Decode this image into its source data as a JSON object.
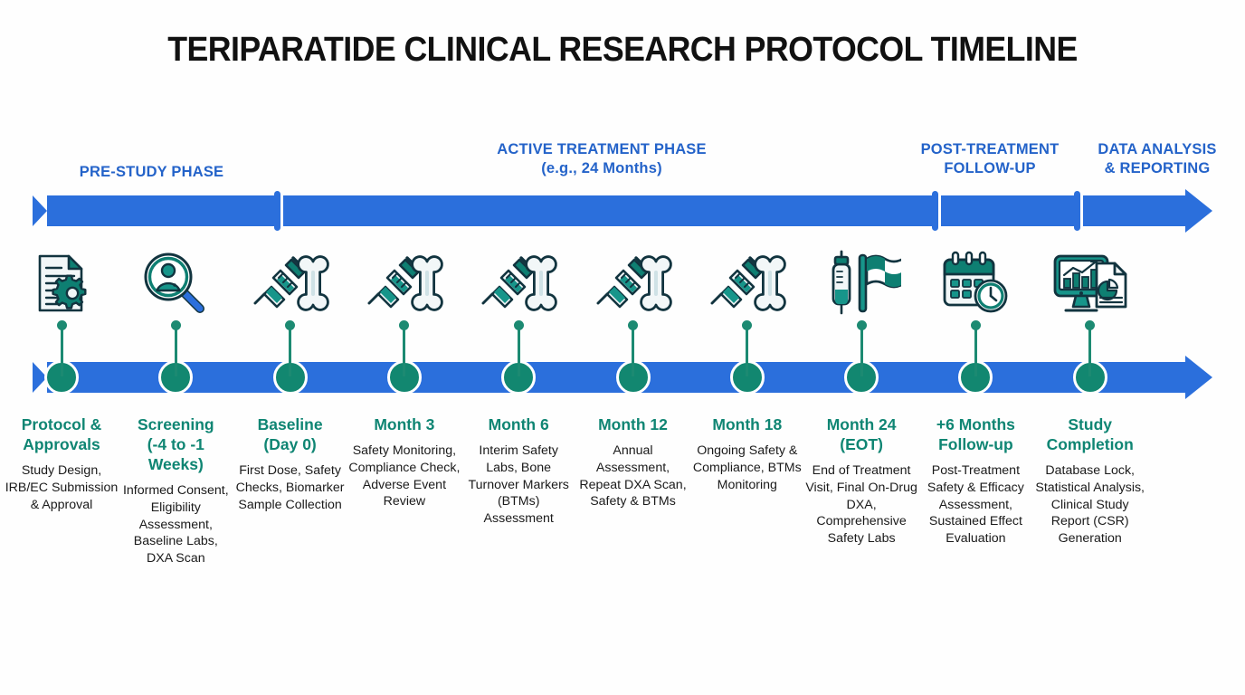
{
  "title": "TERIPARATIDE CLINICAL RESEARCH PROTOCOL TIMELINE",
  "colors": {
    "bar_blue": "#2b6fdc",
    "phase_label_blue": "#2463c9",
    "milestone_teal": "#0f8573",
    "node_teal": "#128770",
    "icon_dark": "#12343f",
    "background": "#fefefe",
    "title_black": "#111111"
  },
  "phases": [
    {
      "name": "pre-study",
      "line1": "PRE-STUDY PHASE",
      "line2": ""
    },
    {
      "name": "active-treatment",
      "line1": "ACTIVE TREATMENT PHASE",
      "line2": "(e.g., 24 Months)"
    },
    {
      "name": "post-treatment",
      "line1": "POST-TREATMENT",
      "line2": "FOLLOW-UP"
    },
    {
      "name": "data-analysis",
      "line1": "DATA ANALYSIS",
      "line2": "& REPORTING"
    }
  ],
  "milestones": [
    {
      "icon": "document-gear-icon",
      "title_line1": "Protocol &",
      "title_line2": "Approvals",
      "description": "Study Design, IRB/EC Submission & Approval"
    },
    {
      "icon": "person-magnifier-icon",
      "title_line1": "Screening",
      "title_line2": "(-4 to -1 Weeks)",
      "description": "Informed Consent, Eligibility Assessment, Baseline Labs, DXA Scan"
    },
    {
      "icon": "syringe-bone-icon",
      "title_line1": "Baseline",
      "title_line2": "(Day 0)",
      "description": "First Dose, Safety Checks, Biomarker Sample Collection"
    },
    {
      "icon": "syringe-bone-icon",
      "title_line1": "Month 3",
      "title_line2": "",
      "description": "Safety Monitoring, Compliance Check, Adverse Event Review"
    },
    {
      "icon": "syringe-bone-icon",
      "title_line1": "Month 6",
      "title_line2": "",
      "description": "Interim Safety Labs, Bone Turnover Markers (BTMs) Assessment"
    },
    {
      "icon": "syringe-bone-icon",
      "title_line1": "Month 12",
      "title_line2": "",
      "description": "Annual Assessment, Repeat DXA Scan, Safety & BTMs"
    },
    {
      "icon": "syringe-bone-icon",
      "title_line1": "Month 18",
      "title_line2": "",
      "description": "Ongoing Safety & Compliance, BTMs Monitoring"
    },
    {
      "icon": "syringe-flag-icon",
      "title_line1": "Month 24",
      "title_line2": "(EOT)",
      "description": "End of Treatment Visit, Final On-Drug DXA, Comprehensive Safety Labs"
    },
    {
      "icon": "calendar-clock-icon",
      "title_line1": "+6 Months",
      "title_line2": "Follow-up",
      "description": "Post-Treatment Safety & Efficacy Assessment, Sustained Effect Evaluation"
    },
    {
      "icon": "monitor-report-icon",
      "title_line1": "Study",
      "title_line2": "Completion",
      "description": "Database Lock, Statistical Analysis, Clinical Study Report (CSR) Generation"
    }
  ]
}
